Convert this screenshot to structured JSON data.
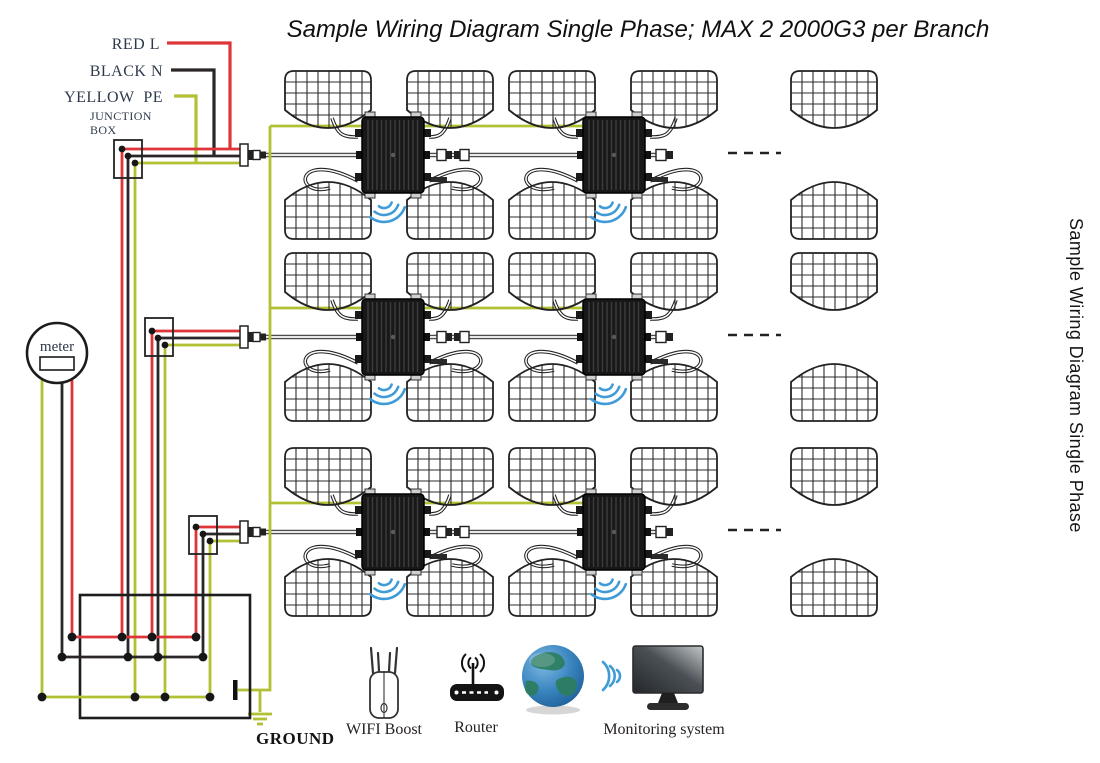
{
  "title": "Sample Wiring Diagram Single Phase; MAX 2 2000G3 per Branch",
  "side_title": "Sample Wiring Diagram Single Phase",
  "wire_legend": {
    "line_label": "RED L",
    "neutral_label": "BLACK N",
    "pe_label": "YELLOW  PE",
    "junction_box_line1": "JUNCTION",
    "junction_box_line2": "BOX"
  },
  "meter": {
    "label": "meter"
  },
  "ground": {
    "label": "GROUND"
  },
  "footer": {
    "wifi_boost_label": "WIFI Boost",
    "router_label": "Router",
    "monitoring_label": "Monitoring system"
  },
  "colors": {
    "red": "#de3538",
    "wire": "#2b2627",
    "pe": "#b2c034",
    "wifi": "#3f9bd7",
    "trunk": "#4d4d4f"
  }
}
